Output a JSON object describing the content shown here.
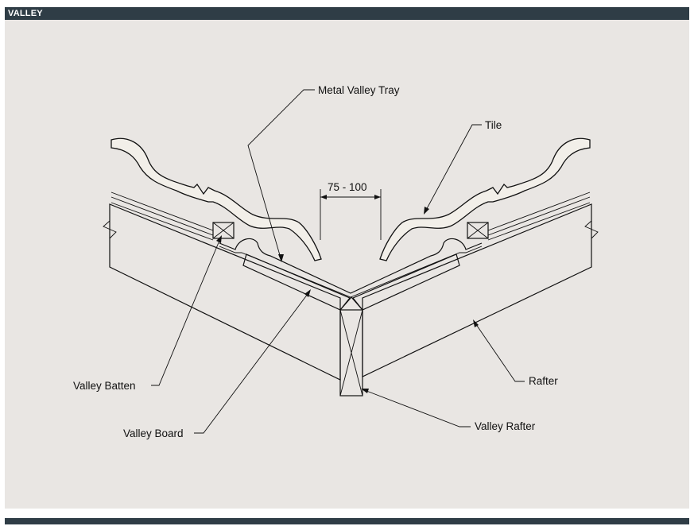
{
  "header": {
    "title": "VALLEY"
  },
  "labels": {
    "tray": "Metal Valley Tray",
    "tile": "Tile",
    "dimension": "75 - 100",
    "batten": "Valley Batten",
    "board": "Valley Board",
    "rafter": "Rafter",
    "valley_rafter": "Valley Rafter"
  },
  "colors": {
    "header_bar": "#2f3d46",
    "panel_background": "#e9e6e3",
    "linework": "#111111"
  }
}
